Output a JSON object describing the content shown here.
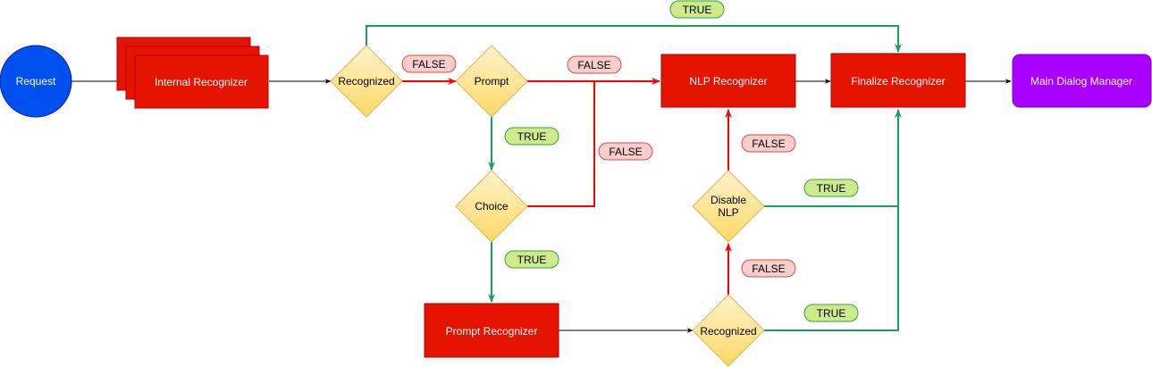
{
  "nodes": {
    "request": "Request",
    "internal_recognizer": "Internal Recognizer",
    "recognized_top": "Recognized",
    "prompt": "Prompt",
    "choice": "Choice",
    "nlp_recognizer": "NLP Recognizer",
    "finalize_recognizer": "Finalize Recognizer",
    "main_dialog_manager": "Main Dialog Manager",
    "disable_nlp_line1": "Disable",
    "disable_nlp_line2": "NLP",
    "prompt_recognizer": "Prompt Recognizer",
    "recognized_bottom": "Recognized"
  },
  "labels": {
    "true_top": "TRUE",
    "false_recognized_prompt": "FALSE",
    "false_prompt_nlp": "FALSE",
    "true_prompt_choice": "TRUE",
    "false_choice_nlp": "FALSE",
    "false_disable_nlp": "FALSE",
    "true_disable_finalize": "TRUE",
    "true_choice_promptrec": "TRUE",
    "false_recognized_disable": "FALSE",
    "true_recognized_finalize": "TRUE"
  },
  "colors": {
    "red_box": "#e51400",
    "request_circle": "#0050ef",
    "main_dialog_manager": "#aa00ff",
    "true_edge": "#1ba05a",
    "false_edge": "#ff0000",
    "true_label_bg": "#cdeb8b",
    "false_label_bg": "#f8cecc",
    "decision_fill": "#ffe599"
  }
}
